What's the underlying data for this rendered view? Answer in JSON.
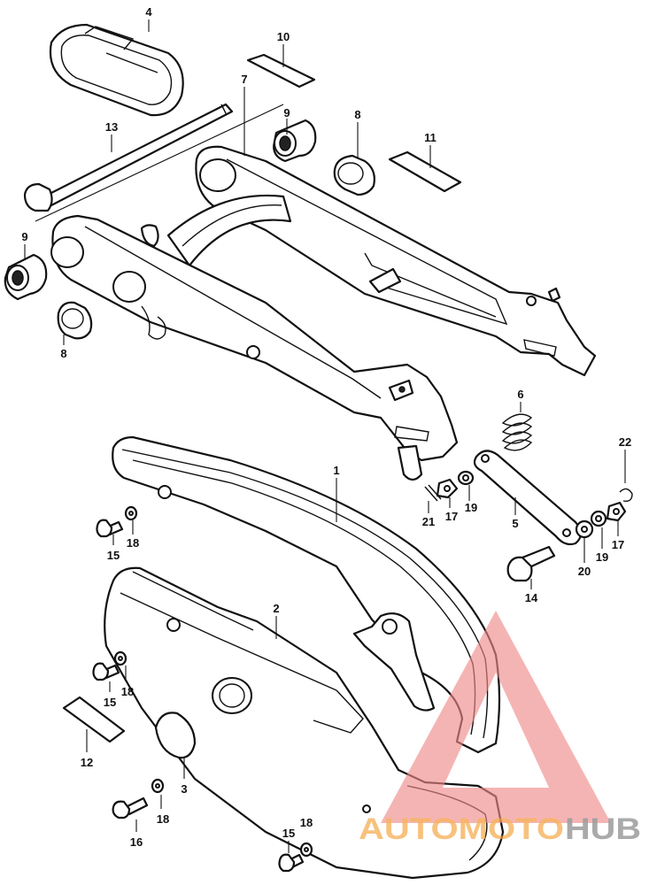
{
  "callouts": [
    {
      "id": "c4",
      "label": "4"
    },
    {
      "id": "c10",
      "label": "10"
    },
    {
      "id": "c7",
      "label": "7"
    },
    {
      "id": "c13",
      "label": "13"
    },
    {
      "id": "c9a",
      "label": "9"
    },
    {
      "id": "c8a",
      "label": "8"
    },
    {
      "id": "c11",
      "label": "11"
    },
    {
      "id": "c9b",
      "label": "9"
    },
    {
      "id": "c8b",
      "label": "8"
    },
    {
      "id": "c6",
      "label": "6"
    },
    {
      "id": "c22",
      "label": "22"
    },
    {
      "id": "c1",
      "label": "1"
    },
    {
      "id": "c21",
      "label": "21"
    },
    {
      "id": "c17a",
      "label": "17"
    },
    {
      "id": "c19a",
      "label": "19"
    },
    {
      "id": "c5",
      "label": "5"
    },
    {
      "id": "c15a",
      "label": "15"
    },
    {
      "id": "c18a",
      "label": "18"
    },
    {
      "id": "c20",
      "label": "20"
    },
    {
      "id": "c19b",
      "label": "19"
    },
    {
      "id": "c17b",
      "label": "17"
    },
    {
      "id": "c14",
      "label": "14"
    },
    {
      "id": "c2",
      "label": "2"
    },
    {
      "id": "c15b",
      "label": "15"
    },
    {
      "id": "c18b",
      "label": "18"
    },
    {
      "id": "c12",
      "label": "12"
    },
    {
      "id": "c3",
      "label": "3"
    },
    {
      "id": "c16",
      "label": "16"
    },
    {
      "id": "c18c",
      "label": "18"
    },
    {
      "id": "c15c",
      "label": "15"
    },
    {
      "id": "c18d",
      "label": "18"
    }
  ],
  "watermark": {
    "part1": "AUTOMOTO",
    "part2": "HUB",
    "color_orange": "#f4a640",
    "color_gray": "#8a8a8a",
    "triangle_color": "#f08a8a"
  }
}
